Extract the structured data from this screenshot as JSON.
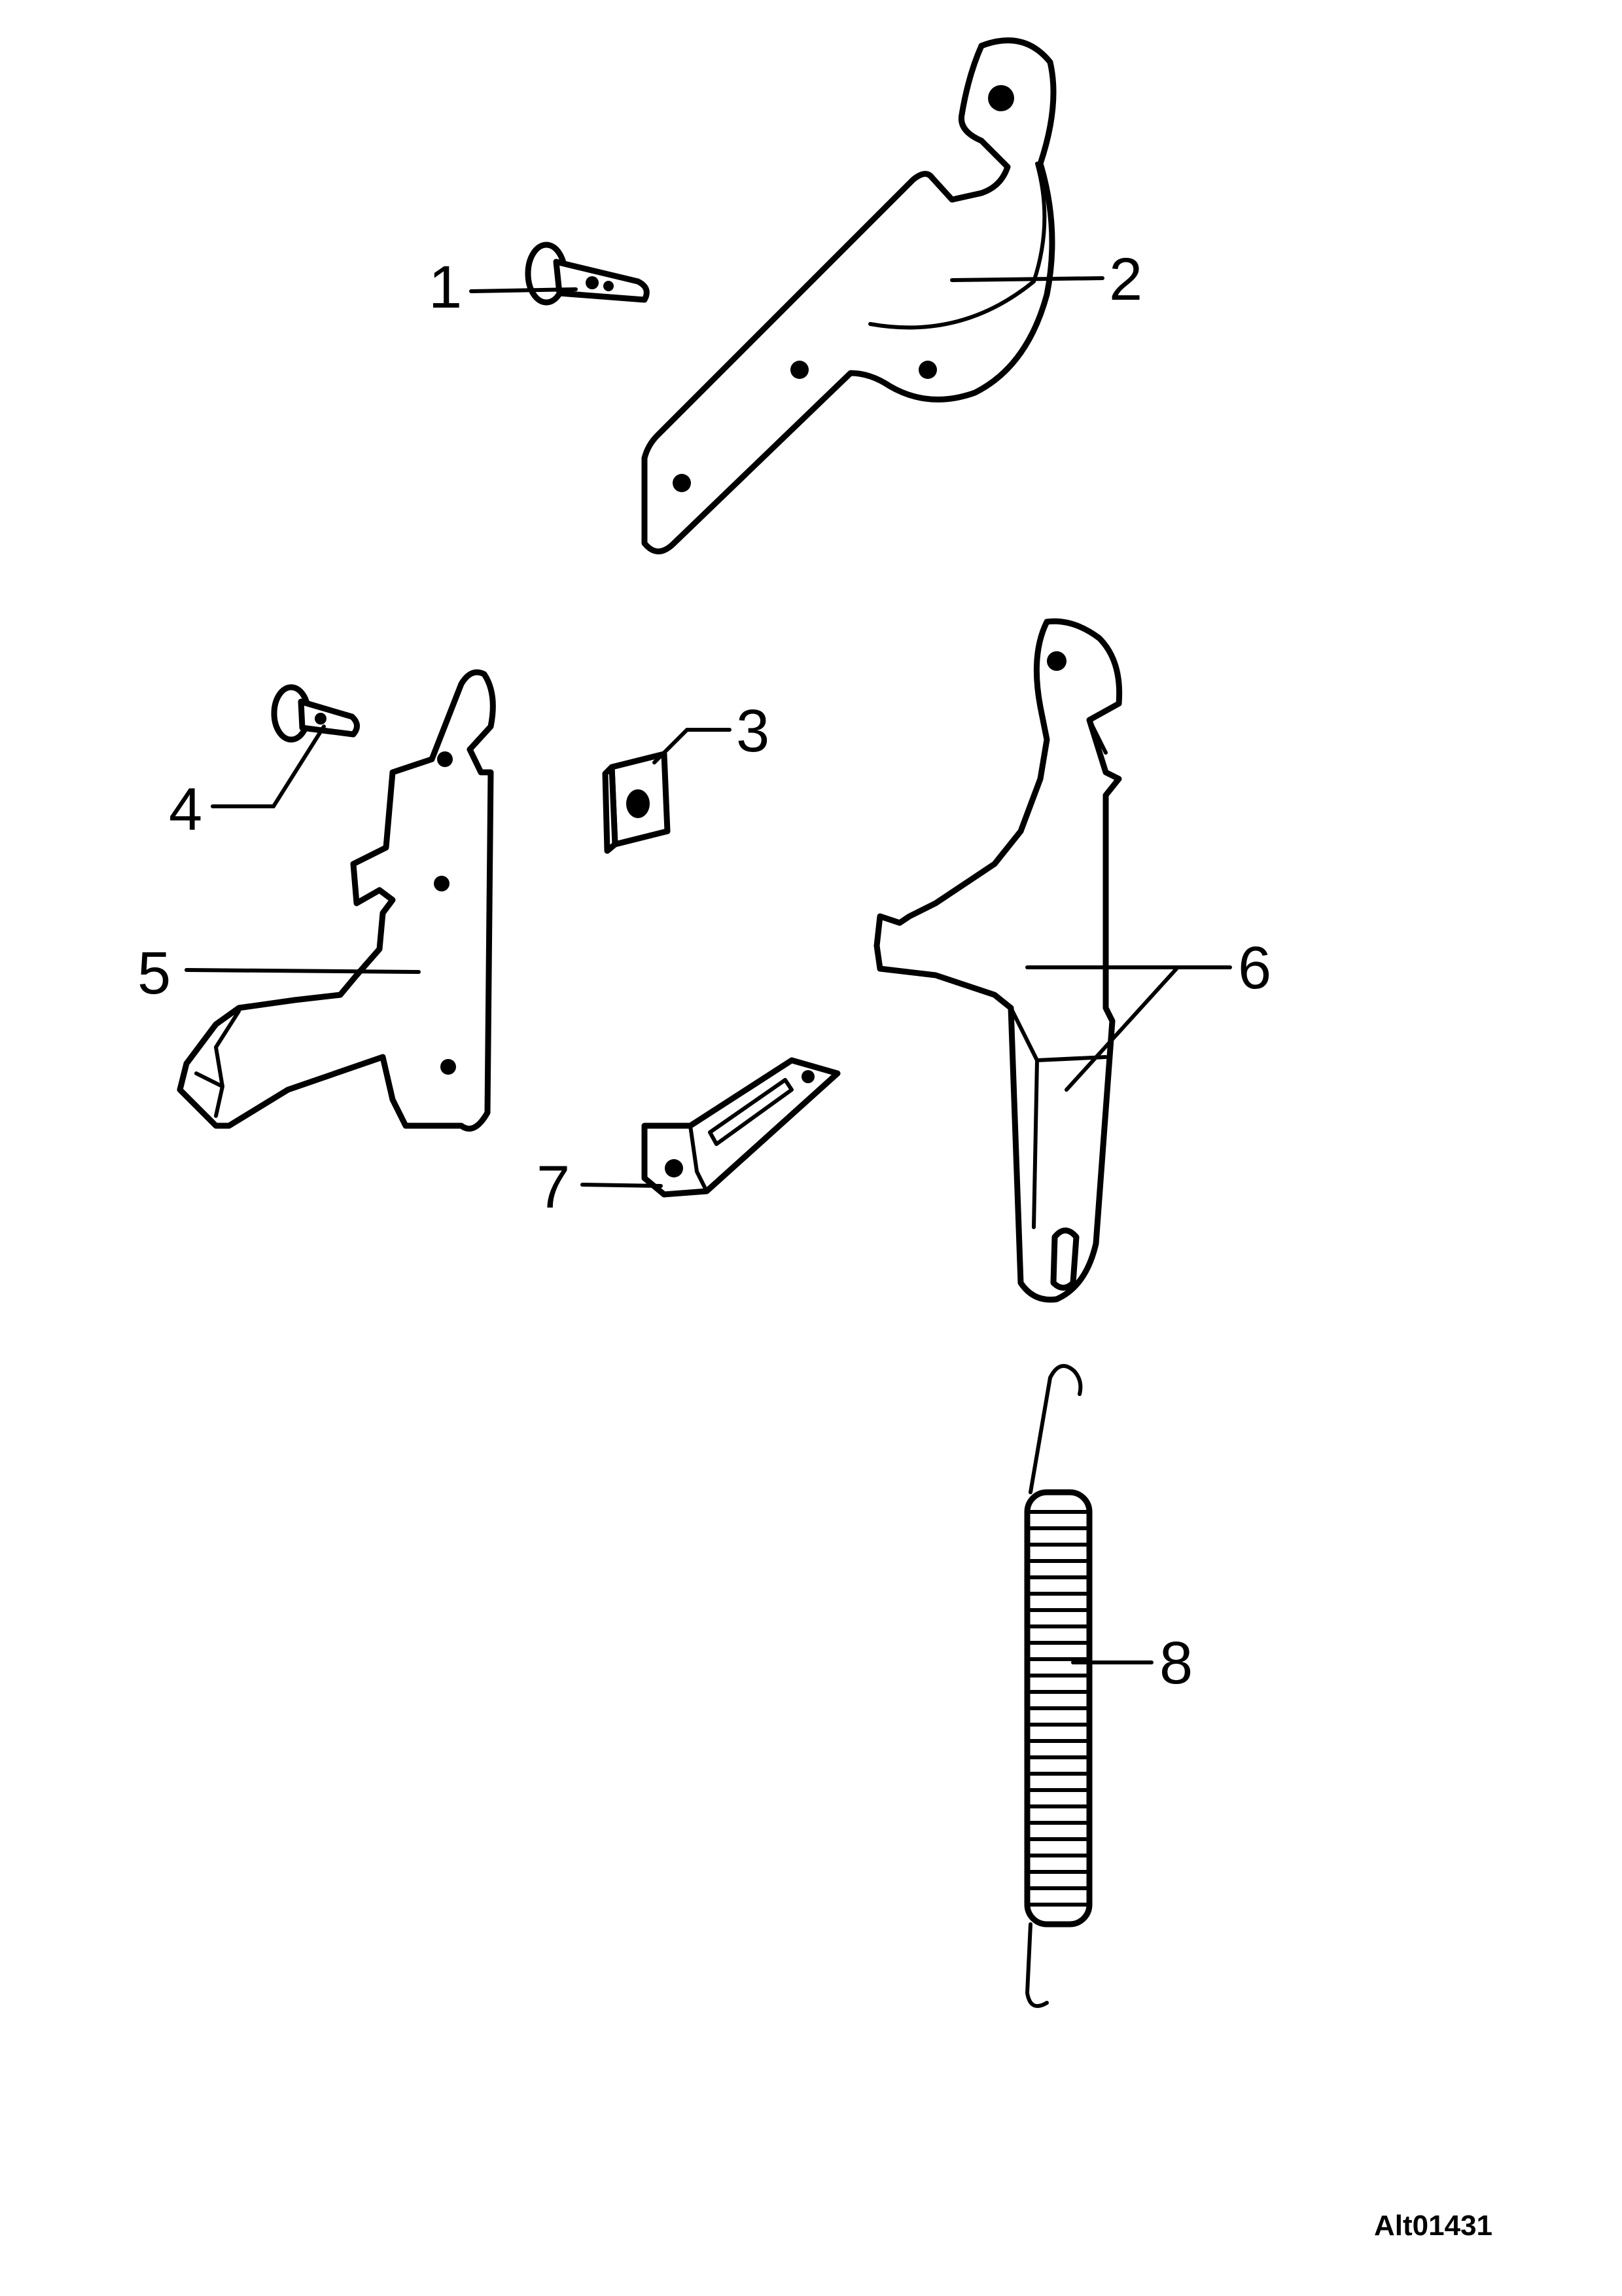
{
  "callouts": {
    "c1": "1",
    "c2": "2",
    "c3": "3",
    "c4": "4",
    "c5": "5",
    "c6": "6",
    "c7": "7",
    "c8": "8"
  },
  "figure_ref": "Alt01431"
}
